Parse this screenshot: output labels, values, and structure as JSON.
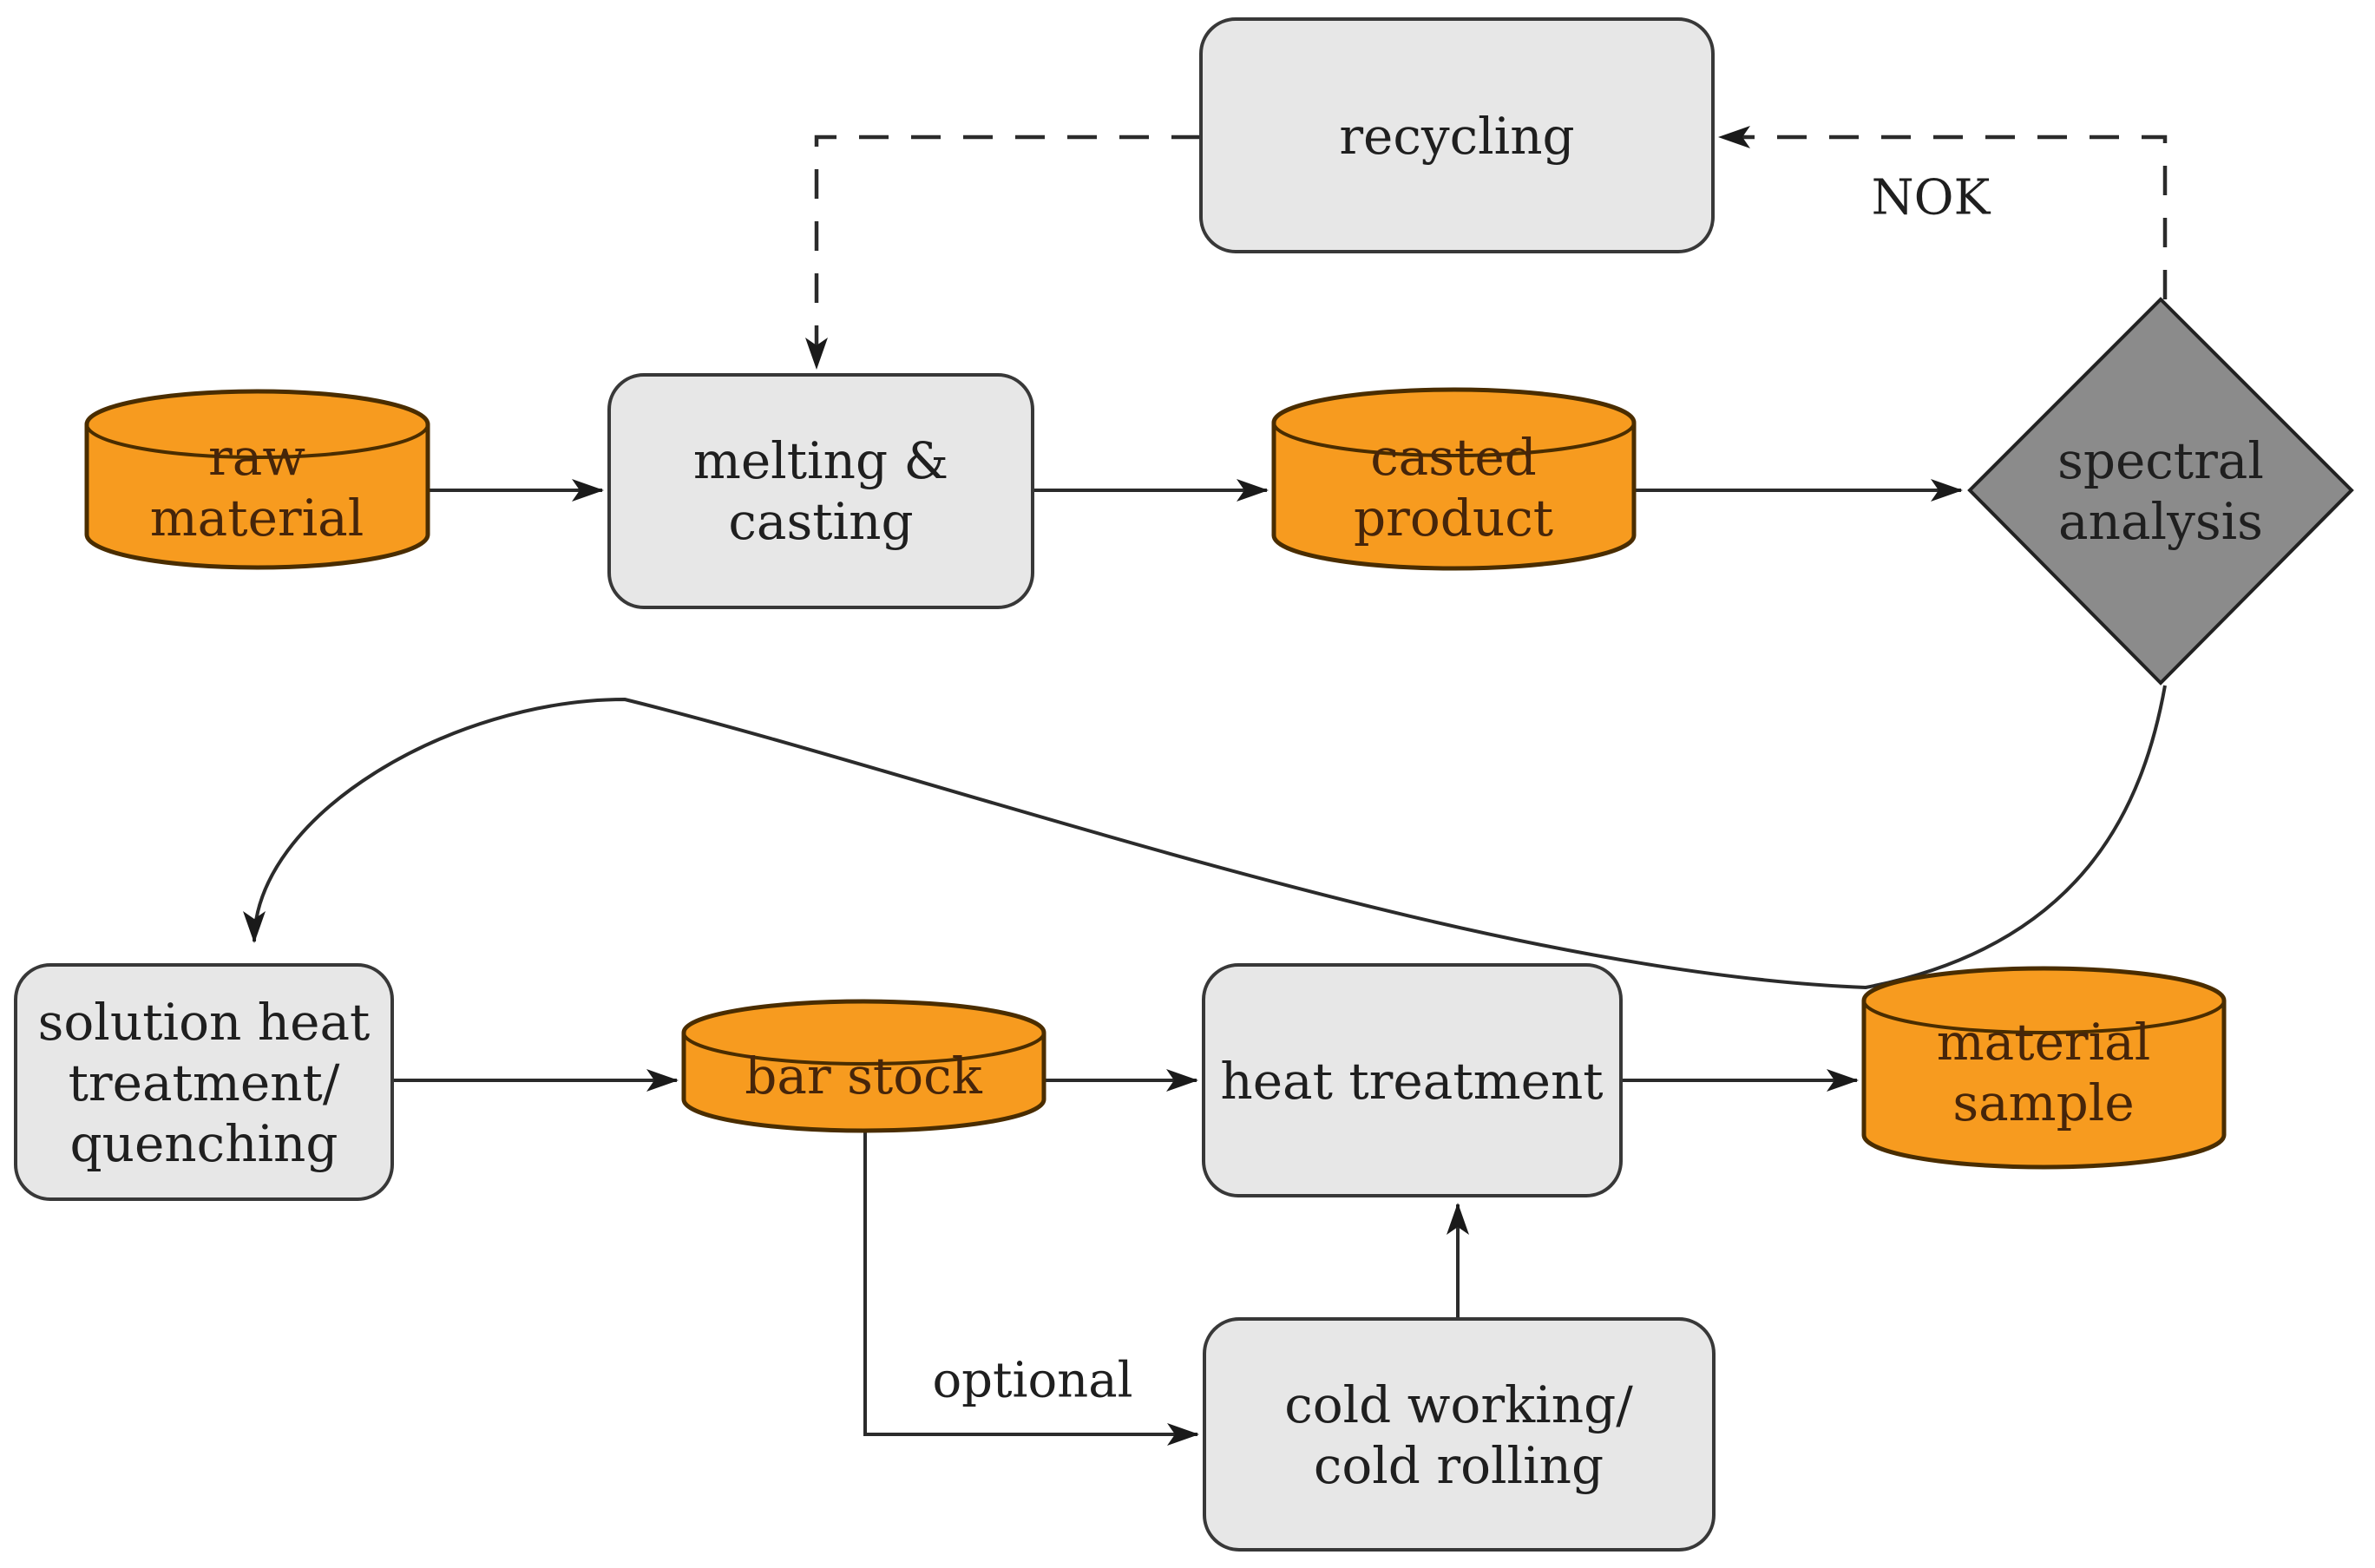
{
  "diagram": {
    "title": "material processing flowchart",
    "nodes": {
      "recycling": {
        "type": "process",
        "lines": [
          "recycling"
        ]
      },
      "raw_material": {
        "type": "storage",
        "lines": [
          "raw",
          "material"
        ]
      },
      "melting_casting": {
        "type": "process",
        "lines": [
          "melting &",
          "casting"
        ]
      },
      "casted_product": {
        "type": "storage",
        "lines": [
          "casted",
          "product"
        ]
      },
      "spectral_analysis": {
        "type": "decision",
        "lines": [
          "spectral",
          "analysis"
        ]
      },
      "solution_heat_treatment": {
        "type": "process",
        "lines": [
          "solution heat",
          "treatment/",
          "quenching"
        ]
      },
      "bar_stock": {
        "type": "storage",
        "lines": [
          "bar stock"
        ]
      },
      "heat_treatment": {
        "type": "process",
        "lines": [
          "heat treatment"
        ]
      },
      "material_sample": {
        "type": "storage",
        "lines": [
          "material",
          "sample"
        ]
      },
      "cold_working": {
        "type": "process",
        "lines": [
          "cold working/",
          "cold rolling"
        ]
      }
    },
    "edge_labels": {
      "nok": "NOK",
      "optional": "optional"
    },
    "edges": [
      {
        "from": "raw_material",
        "to": "melting_casting",
        "style": "solid"
      },
      {
        "from": "melting_casting",
        "to": "casted_product",
        "style": "solid"
      },
      {
        "from": "casted_product",
        "to": "spectral_analysis",
        "style": "solid"
      },
      {
        "from": "spectral_analysis",
        "to": "recycling",
        "style": "dashed",
        "label": "NOK"
      },
      {
        "from": "recycling",
        "to": "melting_casting",
        "style": "dashed"
      },
      {
        "from": "spectral_analysis",
        "to": "solution_heat_treatment",
        "style": "solid-curve"
      },
      {
        "from": "solution_heat_treatment",
        "to": "bar_stock",
        "style": "solid"
      },
      {
        "from": "bar_stock",
        "to": "heat_treatment",
        "style": "solid"
      },
      {
        "from": "heat_treatment",
        "to": "material_sample",
        "style": "solid"
      },
      {
        "from": "bar_stock",
        "to": "cold_working",
        "style": "solid",
        "label": "optional"
      },
      {
        "from": "cold_working",
        "to": "heat_treatment",
        "style": "solid"
      }
    ],
    "colors": {
      "storage_fill": "#F79B1F",
      "process_fill": "#E7E7E7",
      "decision_fill": "#8B8B8B",
      "line_color": "#2b2b2b",
      "background": "#ffffff"
    }
  }
}
